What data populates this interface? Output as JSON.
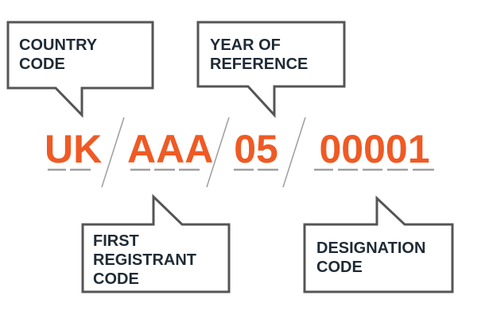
{
  "callouts": {
    "country_code": [
      "COUNTRY",
      "CODE"
    ],
    "year_of_reference": [
      "YEAR OF",
      "REFERENCE"
    ],
    "first_registrant_code": [
      "FIRST",
      "REGISTRANT",
      "CODE"
    ],
    "designation_code": [
      "DESIGNATION",
      "CODE"
    ]
  },
  "segments": [
    {
      "key": "country",
      "text": "UK"
    },
    {
      "key": "registrant",
      "text": "AAA"
    },
    {
      "key": "year",
      "text": "05"
    },
    {
      "key": "designation",
      "text": "00001"
    }
  ],
  "colors": {
    "accent": "#ef5a24",
    "text": "#1f2b35",
    "box_border": "#555555",
    "separator": "#9e9e9e",
    "underline": "#9e9e9e"
  }
}
